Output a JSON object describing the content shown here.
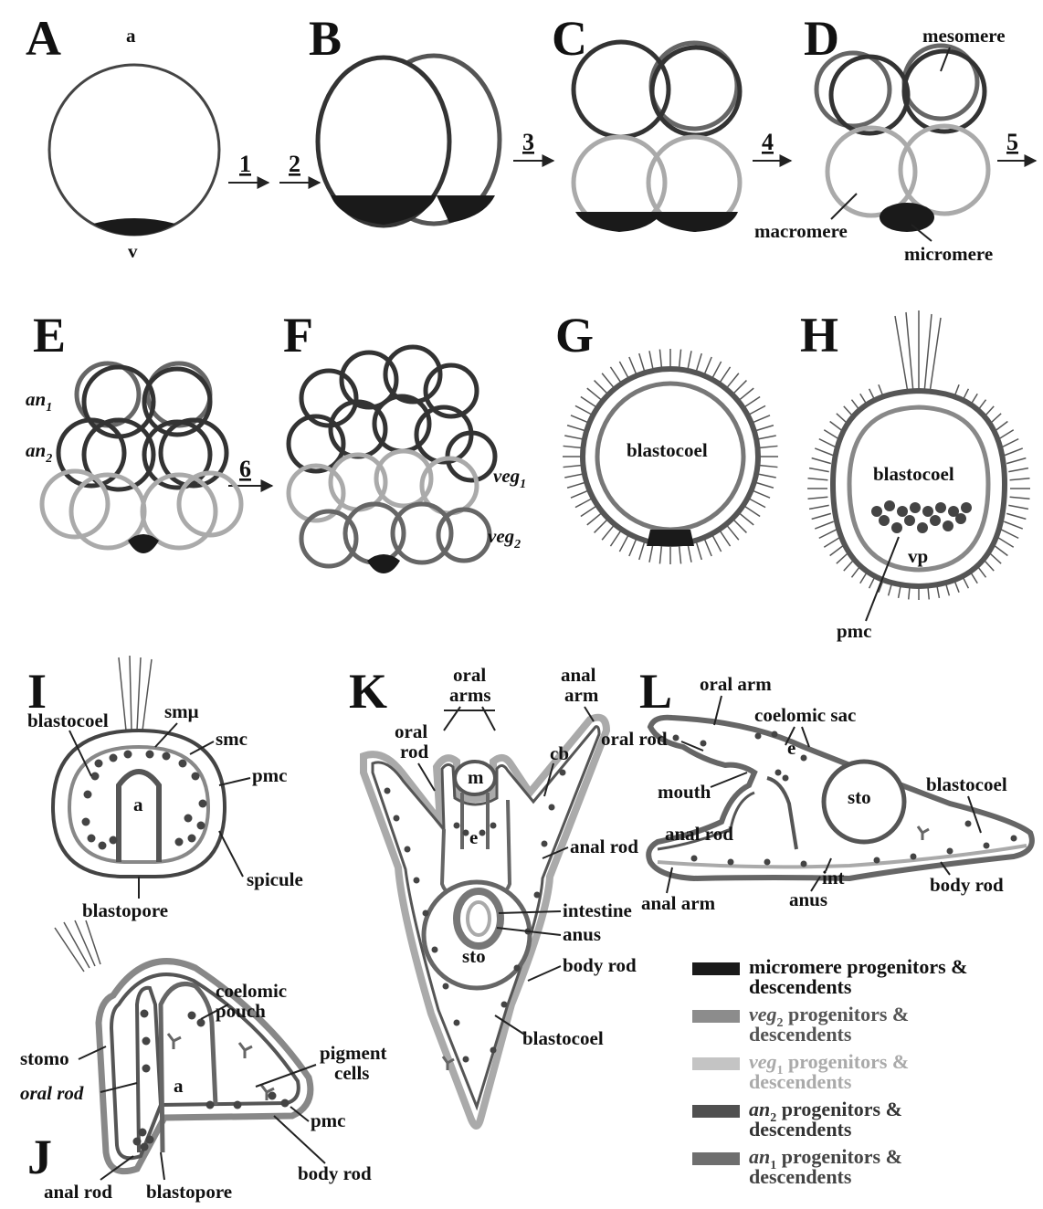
{
  "colors": {
    "micromere": "#1a1a1a",
    "veg2": "#8c8c8c",
    "veg1": "#c4c4c4",
    "an2": "#505050",
    "an1": "#6e6e6e"
  },
  "panel_labels": [
    "A",
    "B",
    "C",
    "D",
    "E",
    "F",
    "G",
    "H",
    "I",
    "J",
    "K",
    "L"
  ],
  "steps": [
    "1",
    "2",
    "3",
    "4",
    "5",
    "6"
  ],
  "labels": {
    "a_top": "a",
    "v_bottom": "v",
    "mesomere": "mesomere",
    "macromere": "macromere",
    "micromere": "micromere",
    "an1_base": "an",
    "an1_sub": "1",
    "an2_base": "an",
    "an2_sub": "2",
    "veg1_base": "veg",
    "veg1_sub": "1",
    "veg2_base": "veg",
    "veg2_sub": "2",
    "blastocoel": "blastocoel",
    "vp": "vp",
    "pmc": "pmc",
    "smmu": "smμ",
    "smc": "smc",
    "a": "a",
    "spicule": "spicule",
    "blastopore": "blastopore",
    "coelomic_pouch_1": "coelomic",
    "coelomic_pouch_2": "pouch",
    "stomo": "stomo",
    "oral_rod": "oral rod",
    "pigment_cells_1": "pigment",
    "pigment_cells_2": "cells",
    "anal_rod": "anal rod",
    "body_rod": "body rod",
    "oral_arms_1": "oral",
    "oral_arms_2": "arms",
    "anal_arm_1": "anal",
    "anal_arm_2": "arm",
    "oral_rod_k1": "oral",
    "oral_rod_k2": "rod",
    "cb": "cb",
    "m": "m",
    "e": "e",
    "intestine": "intestine",
    "anus": "anus",
    "sto": "sto",
    "oral_arm": "oral arm",
    "coelomic_sac": "coelomic sac",
    "mouth": "mouth",
    "anal_arm": "anal arm",
    "int": "int"
  },
  "legend": [
    {
      "prefix": "",
      "sub": "",
      "text": "micromere progenitors &",
      "text2": "descendents",
      "color": "#1a1a1a"
    },
    {
      "prefix": "veg",
      "sub": "2",
      "text": " progenitors &",
      "text2": "descendents",
      "color": "#8c8c8c"
    },
    {
      "prefix": "veg",
      "sub": "1",
      "text": " progenitors &",
      "text2": "descendents",
      "color": "#c4c4c4"
    },
    {
      "prefix": "an",
      "sub": "2",
      "text": "  progenitors &",
      "text2": "descendents",
      "color": "#505050"
    },
    {
      "prefix": "an",
      "sub": "1",
      "text": "  progenitors &",
      "text2": "descendents",
      "color": "#6e6e6e"
    }
  ]
}
